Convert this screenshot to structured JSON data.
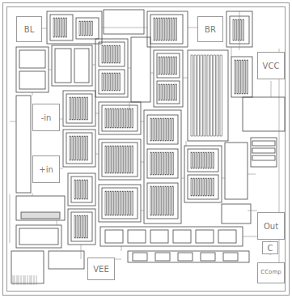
{
  "diagram": {
    "nodes": [
      {
        "text": [
          "BL"
        ]
      },
      {
        "text": [
          "BR"
        ]
      },
      {
        "text": [
          "VCC"
        ]
      },
      {
        "text": [
          "-in"
        ]
      },
      {
        "text": [
          "+in"
        ]
      },
      {
        "text": [
          "Out"
        ]
      },
      {
        "text": [
          "C"
        ]
      },
      {
        "text": [
          "VEE"
        ]
      },
      {
        "text": [
          "CComp"
        ]
      }
    ]
  }
}
